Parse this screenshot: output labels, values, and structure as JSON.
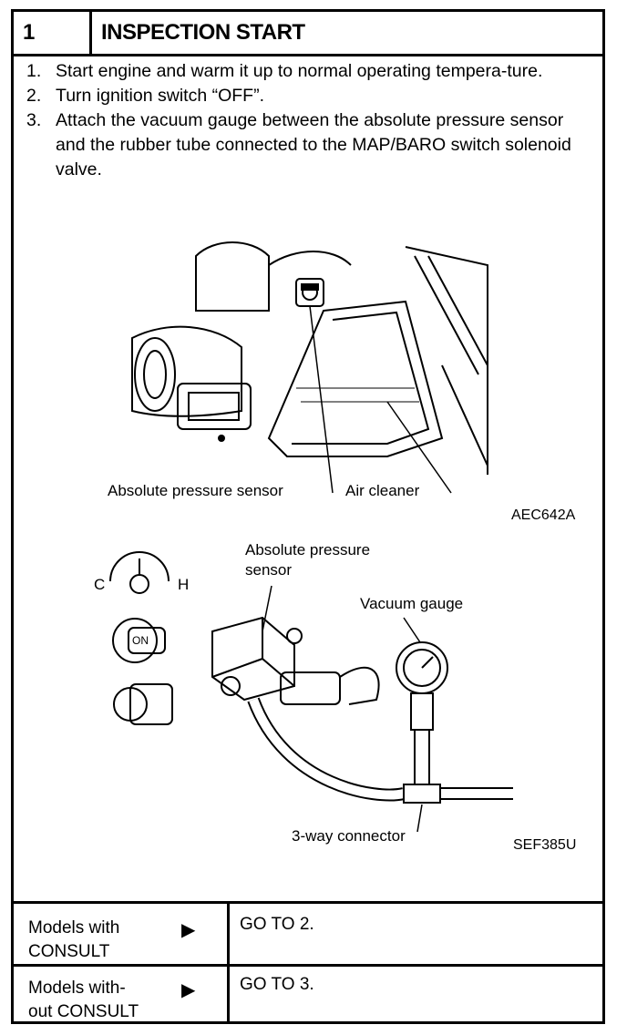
{
  "header": {
    "step_number": "1",
    "title": "INSPECTION START"
  },
  "steps": [
    {
      "num": "1.",
      "text": "Start engine and warm it up to normal operating tempera-ture."
    },
    {
      "num": "2.",
      "text": "Turn ignition switch “OFF”."
    },
    {
      "num": "3.",
      "text": "Attach the vacuum gauge between the absolute pressure sensor and the rubber tube connected to the MAP/BARO switch solenoid valve."
    }
  ],
  "figure1": {
    "label_sensor": "Absolute pressure sensor",
    "label_cleaner": "Air cleaner",
    "code": "AEC642A"
  },
  "figure2": {
    "label_c": "C",
    "label_h": "H",
    "label_on": "ON",
    "label_sensor_line1": "Absolute pressure",
    "label_sensor_line2": "sensor",
    "label_gauge": "Vacuum gauge",
    "label_connector": "3-way connector",
    "code": "SEF385U"
  },
  "results": [
    {
      "condition_line1": "Models with",
      "condition_line2": "CONSULT",
      "arrow": "▶",
      "action": "GO TO 2."
    },
    {
      "condition_line1": "Models with-",
      "condition_line2": "out CONSULT",
      "arrow": "▶",
      "action": "GO TO 3."
    }
  ]
}
